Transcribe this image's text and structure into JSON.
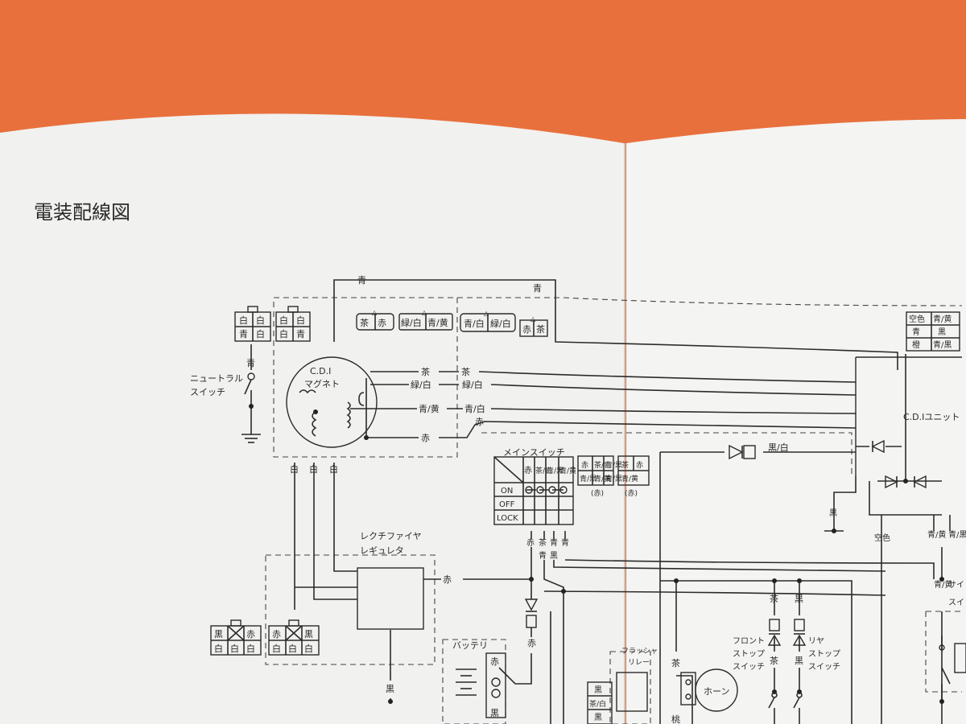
{
  "page_title": "電装配線図",
  "colors": {
    "background": "#e8703c",
    "paper_left": "#f1f1ef",
    "paper_right": "#f4f4f2",
    "ink": "#2a2a2a"
  },
  "wire_colors": {
    "blue": "青",
    "brown": "茶",
    "green_white": "緑/白",
    "blue_yellow": "青/黄",
    "blue_white": "青/白",
    "red": "赤",
    "white": "白",
    "black": "黒",
    "black_white": "黒/白",
    "sky_blue": "空色",
    "blue_black": "青/黒",
    "pink": "桃"
  },
  "components": {
    "neutral_switch": {
      "line1": "ニュートラル",
      "line2": "スイッチ"
    },
    "cdi_magneto": {
      "line1": "C.D.I",
      "line2": "マグネト"
    },
    "cdi_unit": "C.D.Iユニット",
    "rectifier": {
      "line1": "レクチファイヤ",
      "line2": "レギュレタ"
    },
    "main_switch": {
      "title": "メインスイッチ",
      "rows": [
        "ON",
        "OFF",
        "LOCK"
      ],
      "cols": [
        "赤",
        "茶/青",
        "青/黒",
        "青/黄"
      ]
    },
    "battery": "バッテリ",
    "flasher": {
      "line1": "フラッシャ",
      "line2": "リレー"
    },
    "horn": "ホーン",
    "front_stop": {
      "line1": "フロント",
      "line2": "ストップ",
      "line3": "スイッチ"
    },
    "rear_stop": {
      "line1": "リヤ",
      "line2": "ストップ",
      "line3": "スイッチ"
    },
    "side": {
      "line1": "サイ",
      "line2": "スイ"
    }
  },
  "connectors": {
    "c1": [
      "白",
      "白",
      "青",
      "白"
    ],
    "c2": [
      "白",
      "白",
      "白",
      "青"
    ],
    "c3": [
      "茶",
      "赤"
    ],
    "c4": [
      "緑/白",
      "青/黄"
    ],
    "c5": [
      "青/白",
      "緑/白"
    ],
    "c6": [
      "赤",
      "茶"
    ],
    "c7": [
      "空色",
      "青/黄",
      "青",
      "黒",
      "橙",
      "青/黒"
    ],
    "c8": [
      "赤",
      "茶/青",
      "青/黒",
      "青/黒",
      "青/黄",
      "(赤)"
    ],
    "c9": [
      "茶",
      "赤",
      "青/黄",
      "(赤)"
    ],
    "c10": [
      "黒",
      "赤",
      "白",
      "白"
    ],
    "c11": [
      "赤",
      "黒",
      "白",
      "白",
      "白"
    ],
    "c12": [
      "黒",
      "茶/白",
      "黒"
    ]
  },
  "markers": {
    "cross": "X",
    "arrow": "△"
  }
}
